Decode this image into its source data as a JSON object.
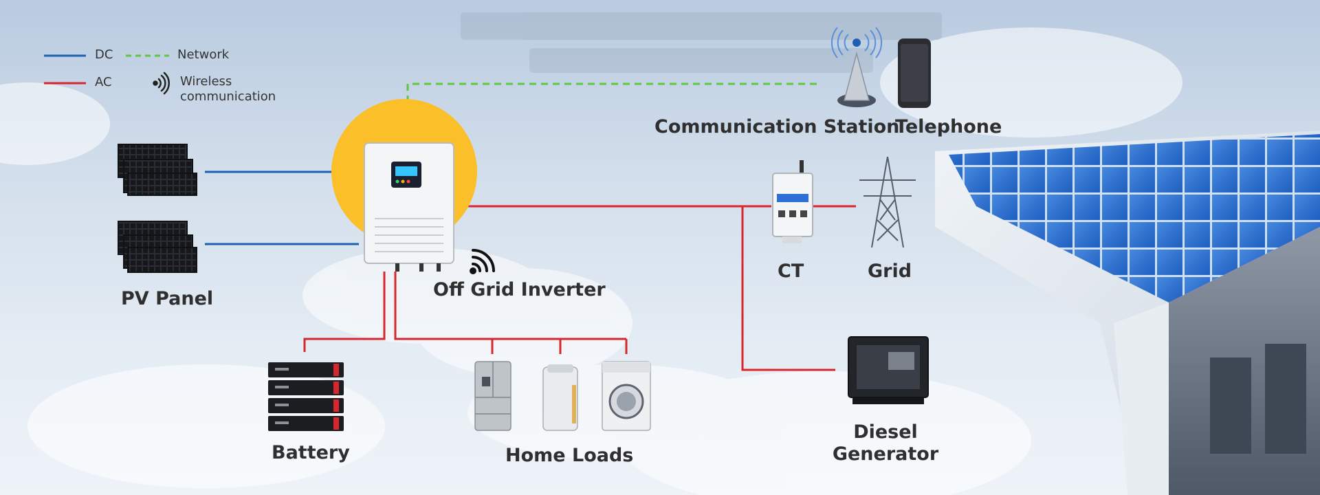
{
  "legend": {
    "dc": "DC",
    "ac": "AC",
    "network": "Network",
    "wireless_line1": "Wireless",
    "wireless_line2": "communication"
  },
  "labels": {
    "pv_panel": "PV Panel",
    "inverter": "Off Grid Inverter",
    "battery": "Battery",
    "home_loads": "Home Loads",
    "communication_station": "Communication Station",
    "telephone": "Telephone",
    "ct": "CT",
    "grid": "Grid",
    "diesel_line1": "Diesel",
    "diesel_line2": "Generator"
  },
  "colors": {
    "dc": "#1e5fb4",
    "ac": "#d7262e",
    "network": "#5cc842",
    "sun": "#fbbf2a"
  }
}
